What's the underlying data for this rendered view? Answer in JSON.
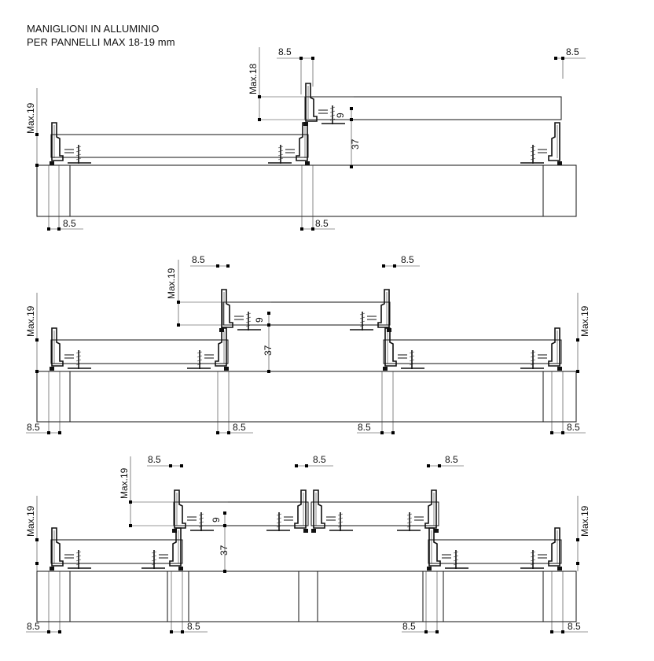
{
  "title": {
    "line1": "MANIGLIONI IN ALLUMINIO",
    "line2": "PER PANNELLI MAX 18-19 mm"
  },
  "dimensions": {
    "d85": "8.5",
    "max18": "Max.18",
    "max19": "Max.19",
    "d9": "9",
    "d37": "37"
  },
  "colors": {
    "ink": "#111111",
    "paper": "#ffffff"
  }
}
